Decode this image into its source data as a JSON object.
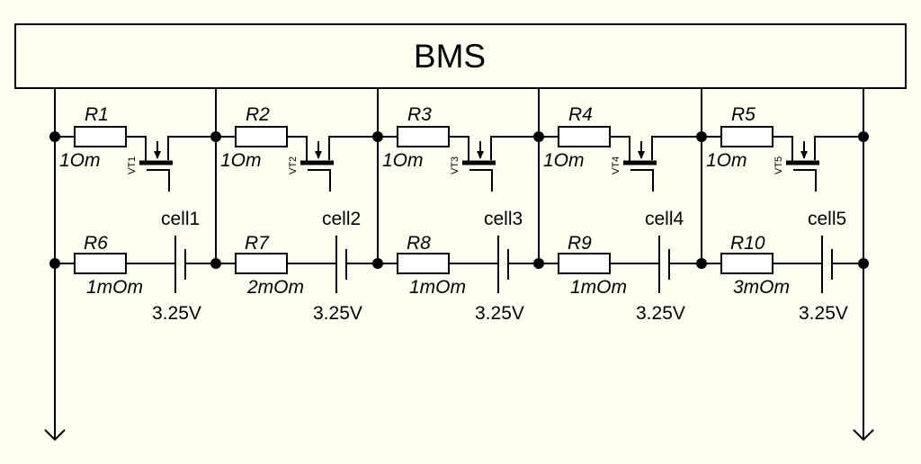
{
  "diagram": {
    "title": "BMS",
    "background_color": "#fffff2",
    "line_color": "#000000",
    "sections": [
      {
        "bleed_resistor": "R1",
        "bleed_value": "1Om",
        "transistor": "VT1",
        "series_resistor": "R6",
        "series_value": "1mOm",
        "cell": "cell1",
        "voltage": "3.25V"
      },
      {
        "bleed_resistor": "R2",
        "bleed_value": "1Om",
        "transistor": "VT2",
        "series_resistor": "R7",
        "series_value": "2mOm",
        "cell": "cell2",
        "voltage": "3.25V"
      },
      {
        "bleed_resistor": "R3",
        "bleed_value": "1Om",
        "transistor": "VT3",
        "series_resistor": "R8",
        "series_value": "1mOm",
        "cell": "cell3",
        "voltage": "3.25V"
      },
      {
        "bleed_resistor": "R4",
        "bleed_value": "1Om",
        "transistor": "VT4",
        "series_resistor": "R9",
        "series_value": "1mOm",
        "cell": "cell4",
        "voltage": "3.25V"
      },
      {
        "bleed_resistor": "R5",
        "bleed_value": "1Om",
        "transistor": "VT5",
        "series_resistor": "R10",
        "series_value": "3mOm",
        "cell": "cell5",
        "voltage": "3.25V"
      }
    ],
    "terminals": [
      "arrow-down-left",
      "arrow-down-right"
    ]
  }
}
